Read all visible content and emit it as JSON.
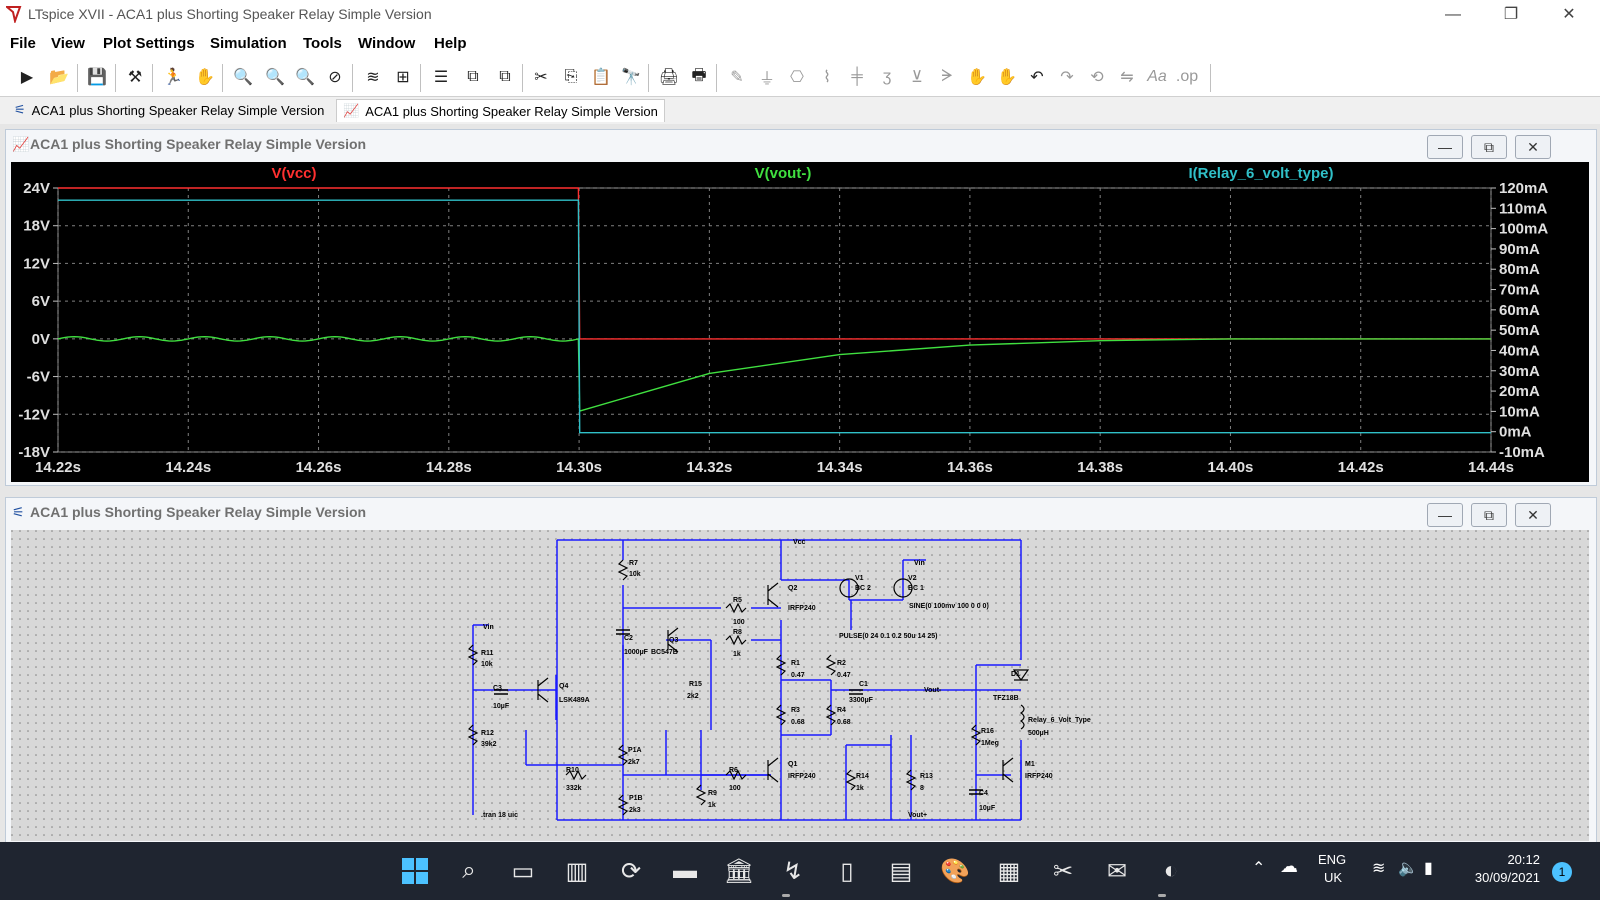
{
  "window": {
    "title": "LTspice XVII - ACA1 plus Shorting Speaker Relay Simple Version",
    "controls": {
      "minimize": "—",
      "restore": "❐",
      "close": "✕"
    }
  },
  "menu": [
    "File",
    "View",
    "Plot Settings",
    "Simulation",
    "Tools",
    "Window",
    "Help"
  ],
  "tabs": [
    {
      "label": "ACA1 plus Shorting Speaker Relay Simple Version",
      "icon": "schematic-icon"
    },
    {
      "label": "ACA1 plus Shorting Speaker Relay Simple Version",
      "icon": "waveform-icon"
    }
  ],
  "waveform_window": {
    "title": "ACA1 plus Shorting Speaker Relay Simple Version",
    "traces": [
      {
        "label": "V(vcc)",
        "color": "#ff3030"
      },
      {
        "label": "V(vout-)",
        "color": "#40e040"
      },
      {
        "label": "I(Relay_6_volt_type)",
        "color": "#30c0c8"
      }
    ]
  },
  "chart_data": {
    "type": "line",
    "title": "",
    "xlabel": "",
    "ylabel": "",
    "x_ticks": [
      "14.22s",
      "14.24s",
      "14.26s",
      "14.28s",
      "14.30s",
      "14.32s",
      "14.34s",
      "14.36s",
      "14.38s",
      "14.40s",
      "14.42s",
      "14.44s"
    ],
    "xlim": [
      14.22,
      14.44
    ],
    "y_left_ticks": [
      "24V",
      "18V",
      "12V",
      "6V",
      "0V",
      "-6V",
      "-12V",
      "-18V"
    ],
    "ylim_left": [
      -18,
      24
    ],
    "y_right_ticks": [
      "120mA",
      "110mA",
      "100mA",
      "90mA",
      "80mA",
      "70mA",
      "60mA",
      "50mA",
      "40mA",
      "30mA",
      "20mA",
      "10mA",
      "0mA",
      "-10mA"
    ],
    "ylim_right": [
      -10,
      120
    ],
    "grid": true,
    "series": [
      {
        "name": "V(vcc)",
        "axis": "left",
        "x": [
          14.22,
          14.2999,
          14.3001,
          14.44
        ],
        "values": [
          24,
          24,
          0,
          0
        ]
      },
      {
        "name": "V(vout-)",
        "axis": "left",
        "x": [
          14.22,
          14.23,
          14.24,
          14.25,
          14.26,
          14.27,
          14.28,
          14.29,
          14.2999,
          14.3001,
          14.31,
          14.32,
          14.34,
          14.36,
          14.38,
          14.4,
          14.42,
          14.44
        ],
        "values": [
          0,
          0,
          0,
          0,
          0,
          0,
          0,
          0,
          0,
          -11.5,
          -8.5,
          -5.5,
          -2.5,
          -1,
          -0.3,
          0,
          0,
          0
        ]
      },
      {
        "name": "I(Relay_6_volt_type)",
        "axis": "right",
        "x": [
          14.22,
          14.2999,
          14.3001,
          14.44
        ],
        "values": [
          114,
          114,
          -0.5,
          -0.5
        ]
      }
    ]
  },
  "schematic_window": {
    "title": "ACA1 plus Shorting Speaker Relay Simple Version",
    "labels": [
      "Vcc",
      "Vin",
      "Vin",
      "Vout-",
      "Vout+",
      ".tran 18 uic",
      "R7",
      "10k",
      "V1",
      "BC 2",
      "V2",
      "BC 1",
      "Q2",
      "IRFP240",
      "SINE(0 100mv 100 0 0 0)",
      "PULSE(0 24 0.1 0.2 50u 14 25)",
      "R5",
      "100",
      "R8",
      "1k",
      "C2",
      "1000µF",
      "Q3",
      "BC547B",
      "R11",
      "10k",
      "R1",
      "0.47",
      "R2",
      "0.47",
      "C1",
      "3300µF",
      "D1",
      "TFZ18B",
      "Q4",
      "LSK489A",
      "C3",
      "10µF",
      "R15",
      "2k2",
      "R3",
      "0.68",
      "R4",
      "0.68",
      "R12",
      "39k2",
      "R16",
      "1Meg",
      "Relay_6_Volt_Type",
      "500µH",
      "P1A",
      "2k7",
      "R10",
      "332k",
      "R9",
      "1k",
      "R6",
      "100",
      "Q1",
      "IRFP240",
      "R14",
      "1k",
      "R13",
      "8",
      "C4",
      "10µF",
      "M1",
      "IRFP240",
      "P1B",
      "2k3"
    ]
  },
  "tray": {
    "lang1": "ENG",
    "lang2": "UK",
    "time": "20:12",
    "date": "30/09/2021",
    "badge": "1"
  }
}
